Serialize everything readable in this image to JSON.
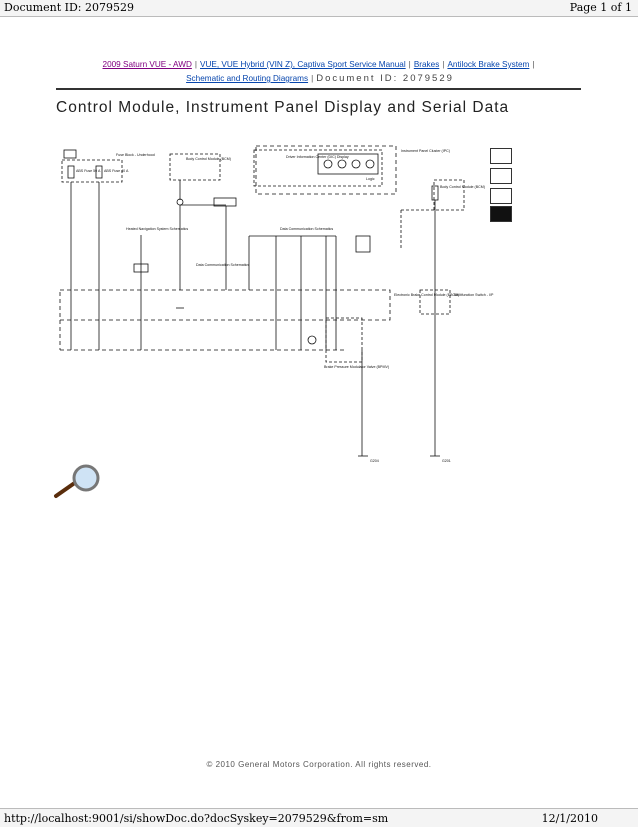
{
  "header": {
    "doc_id": "Document ID: 2079529",
    "page": "Page 1 of 1"
  },
  "breadcrumb": {
    "vehicle": "2009 Saturn VUE - AWD",
    "manual": "VUE, VUE Hybrid (VIN Z), Captiva Sport Service Manual",
    "brakes": "Brakes",
    "abs": "Antilock Brake System",
    "schematic": "Schematic and Routing Diagrams",
    "separator": "|",
    "doc_id": "Document ID: 2079529"
  },
  "title": "Control Module, Instrument Panel Display and Serial Data",
  "diagram": {
    "labels": {
      "fuse_block": "Fuse Block - Underhood",
      "body_ctrl_top": "Body Control Module (BCM)",
      "dic": "Driver Information Center (DIC) Display",
      "ipc": "Instrument Panel Cluster (IPC)",
      "body_ctrl_right": "Body Control Module (BCM)",
      "hdm": "Heated Navigation System Schematics",
      "data_comm": "Data Communication Schematics",
      "data_comm2": "Data Communication Schematics",
      "ebcm": "Electronic Brake Control Module (EBCM)",
      "bpmv": "Brake Pressure Modulator Valve (BPMV)",
      "multifunction": "Multifunction Switch - I/P",
      "logic": "Logic",
      "g204": "G204",
      "g201": "G201",
      "wire_abs1": "ABS Fuse 50 A",
      "wire_abs2": "ABS Fuse 40 A"
    }
  },
  "footer": {
    "copyright": "© 2010 General Motors Corporation.  All rights reserved."
  },
  "bottom": {
    "url": "http://localhost:9001/si/showDoc.do?docSyskey=2079529&from=sm",
    "date": "12/1/2010"
  }
}
